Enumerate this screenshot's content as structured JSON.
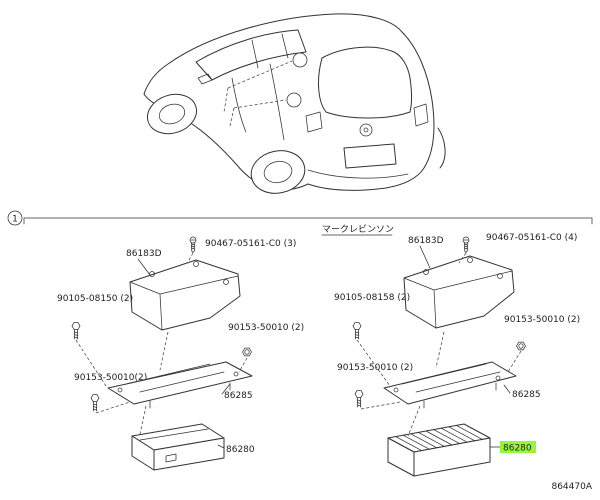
{
  "meta": {
    "drawing_code": "864470A"
  },
  "colors": {
    "highlight": "#99f53a",
    "highlight_text": "#cc0000"
  },
  "section": {
    "index_label": "1"
  },
  "icons": {
    "screw": "screw-icon",
    "bolt": "bolt-icon",
    "nut": "nut-icon",
    "callout": "circle-marker-icon"
  },
  "assemblies": {
    "left": {
      "cover": "86183D",
      "screws": "90467-05161-C0 (3)",
      "bolt_upper": "90105-08150 (2)",
      "nut": "90153-50010 (2)",
      "bolt_lower": "90153-50010(2)",
      "bracket": "86285",
      "amplifier": "86280"
    },
    "right": {
      "variant": "マークレビンソン",
      "cover": "86183D",
      "screws": "90467-05161-C0 (4)",
      "bolt_upper": "90105-08158 (2)",
      "nut": "90153-50010 (2)",
      "bolt_lower": "90153-50010 (2)",
      "bracket": "86285",
      "amplifier": "86280"
    }
  }
}
